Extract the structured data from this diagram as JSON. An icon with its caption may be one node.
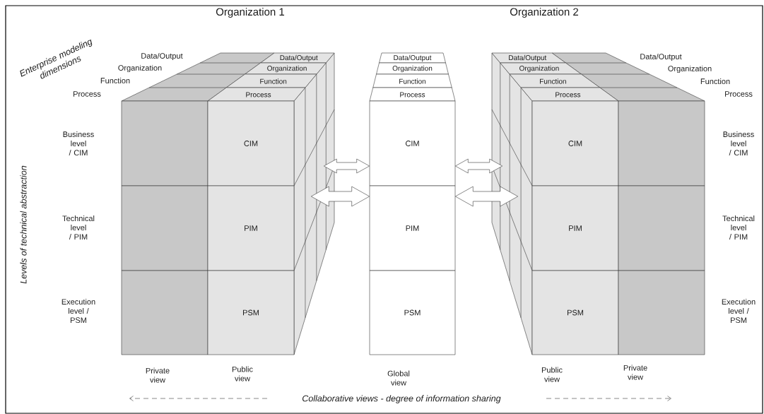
{
  "diagram": {
    "nodes": [
      {
        "text": [
          "Data/Output"
        ]
      },
      {
        "text": [
          "Organization"
        ]
      },
      {
        "text": [
          "Function"
        ]
      },
      {
        "text": [
          "Process"
        ]
      },
      {
        "text": [],
        "shape": "box"
      },
      {
        "text": [
          "CIM"
        ]
      },
      {
        "text": [],
        "shape": "box"
      },
      {
        "text": [
          "PIM"
        ]
      },
      {
        "text": [],
        "shape": "box"
      },
      {
        "text": [
          "PSM"
        ]
      },
      {
        "text": [
          "Data/Output"
        ]
      },
      {
        "text": [
          "Organization"
        ]
      },
      {
        "text": [
          "Function"
        ]
      },
      {
        "text": [
          "Process"
        ]
      },
      {
        "text": [
          "CIM"
        ]
      },
      {
        "text": [
          "PIM"
        ]
      },
      {
        "text": [
          "PSM"
        ]
      },
      {
        "text": [
          "Data/Output"
        ]
      },
      {
        "text": [
          "Organization"
        ]
      },
      {
        "text": [
          "Function"
        ]
      },
      {
        "text": [
          "Process"
        ]
      },
      {
        "text": [
          "CIM"
        ]
      },
      {
        "text": [],
        "shape": "box"
      },
      {
        "text": [
          "PIM"
        ]
      },
      {
        "text": [],
        "shape": "box"
      },
      {
        "text": [
          "PSM"
        ]
      },
      {
        "text": [],
        "shape": "box"
      }
    ],
    "edges": [
      {
        "from": 5,
        "to": 14,
        "arrow": "both"
      },
      {
        "from": 7,
        "to": 15,
        "arrow": "both"
      },
      {
        "from": 14,
        "to": 21,
        "arrow": "both"
      },
      {
        "from": 15,
        "to": 23,
        "arrow": "both"
      }
    ],
    "labels": [
      "Organization 1",
      "Organization 2",
      "Enterprise modeling dimensions",
      "Data/Output",
      "Organization",
      "Function",
      "Process",
      "Data/Output",
      "Organization",
      "Function",
      "Process",
      "Business level / CIM",
      "Business level / CIM",
      "Levels of technical abstraction",
      "Technical level / PIM",
      "Technical level / PIM",
      "Execution level / PSM",
      "Execution level / PSM",
      "Private view",
      "Public view",
      "Global view",
      "Public view",
      "Private view",
      "Collaborative views - degree of information sharing"
    ]
  }
}
